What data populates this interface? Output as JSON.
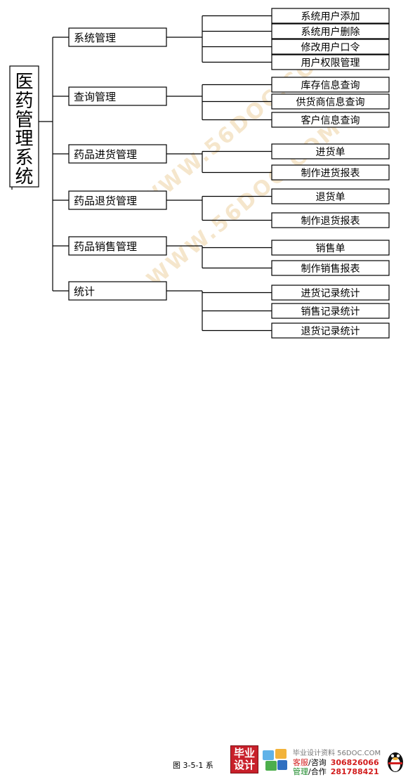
{
  "root": {
    "label": "医药管理系统",
    "chars": [
      "医",
      "药",
      "管",
      "理",
      "系",
      "统"
    ]
  },
  "modules": [
    {
      "label": "系统管理",
      "children": [
        "系统用户添加",
        "系统用户删除",
        "修改用户口令",
        "用户权限管理"
      ]
    },
    {
      "label": "查询管理",
      "children": [
        "库存信息查询",
        "供货商信息查询",
        "客户信息查询"
      ]
    },
    {
      "label": "药品进货管理",
      "children": [
        "进货单",
        "制作进货报表"
      ]
    },
    {
      "label": "药品退货管理",
      "children": [
        "退货单",
        "制作退货报表"
      ]
    },
    {
      "label": "药品销售管理",
      "children": [
        "销售单",
        "制作销售报表"
      ]
    },
    {
      "label": "统计",
      "children": [
        "进货记录统计",
        "销售记录统计",
        "退货记录统计"
      ]
    }
  ],
  "watermark": {
    "text": "WWW.56DOC.COM",
    "color": "#e9c98f"
  },
  "footer": {
    "caption": "图 3-5-1 系",
    "logo_text": "毕业设计",
    "site_text": "毕业设计资料 56DOC.COM",
    "row1_label_a": "客服",
    "row1_label_b": "/咨询",
    "row1_number": "306826066",
    "row2_label_a": "管理",
    "row2_label_b": "/合作",
    "row2_number": "281788421"
  }
}
